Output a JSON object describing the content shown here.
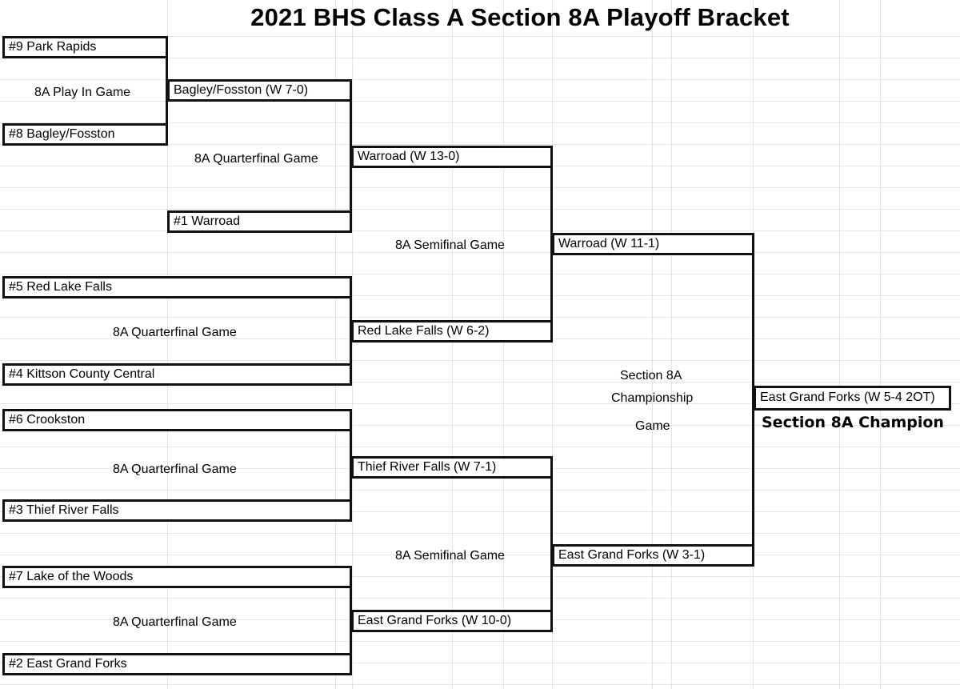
{
  "title": "2021 BHS Class A Section 8A Playoff Bracket",
  "round1": {
    "playin_top": "#9 Park Rapids",
    "playin_label": "8A Play In Game",
    "playin_bottom": "#8 Bagley/Fosston",
    "seed1": "#1 Warroad",
    "seed5": "#5 Red Lake Falls",
    "seed4": "#4 Kittson County Central",
    "seed6": "#6 Crookston",
    "seed3": "#3 Thief River Falls",
    "seed7": "#7 Lake of the Woods",
    "seed2": "#2 East Grand Forks"
  },
  "playin_winner": "Bagley/Fosston (W 7-0)",
  "quarterfinals": {
    "label": "8A Quarterfinal Game",
    "winner1": "Warroad (W 13-0)",
    "winner2": "Red Lake Falls (W 6-2)",
    "winner3": "Thief River Falls (W 7-1)",
    "winner4": "East Grand Forks (W 10-0)"
  },
  "semifinals": {
    "label": "8A Semifinal Game",
    "winner1": "Warroad (W 11-1)",
    "winner2": "East Grand Forks (W 3-1)"
  },
  "championship": {
    "label_line1": "Section 8A",
    "label_line2": "Championship",
    "label_line3": "Game",
    "winner": "East Grand Forks (W 5-4 2OT)",
    "champion_label": "Section 8A Champion"
  }
}
